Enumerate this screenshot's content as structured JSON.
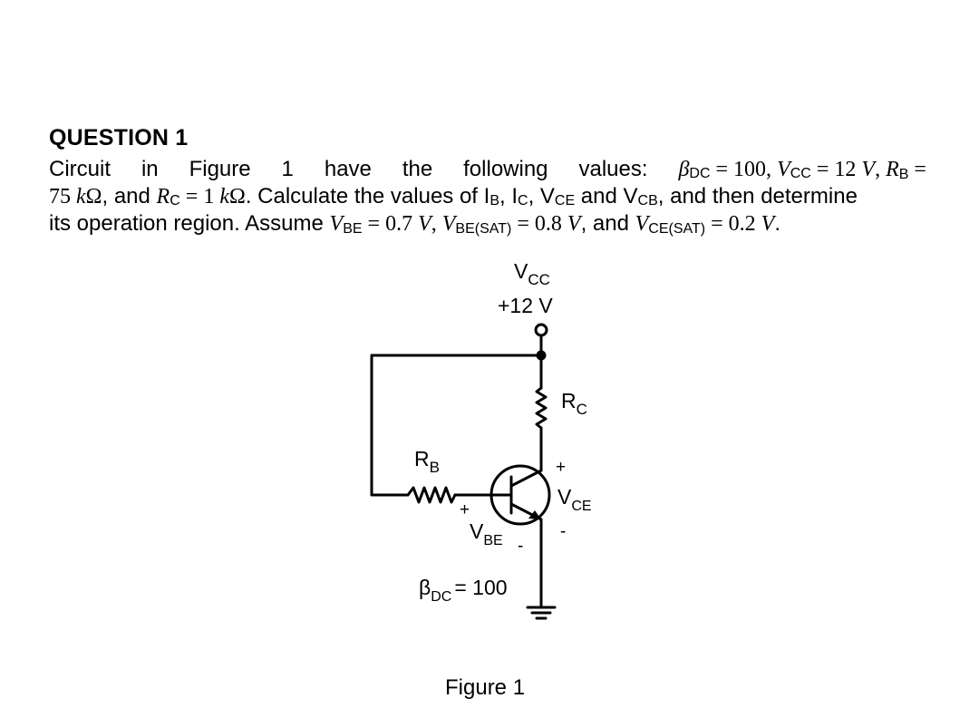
{
  "question": {
    "title": "QUESTION 1",
    "line1_words": [
      "Circuit",
      "in",
      "Figure",
      "1",
      "have",
      "the",
      "following",
      "values:"
    ],
    "beta_expr": "βDC = 100, VCC = 12 V, RB =",
    "line2": "75 kΩ, and RC = 1 kΩ. Calculate the values of IB, IC, VCE and VCB, and then determine",
    "line3": "its operation region. Assume VBE = 0.7 V,  VBE(SAT) = 0.8 V, and VCE(SAT) = 0.2 V."
  },
  "figure": {
    "vcc_label": "V",
    "vcc_sub": "CC",
    "vcc_value": "+12 V",
    "rc_label": "R",
    "rc_sub": "C",
    "rb_label": "R",
    "rb_sub": "B",
    "vbe_label": "V",
    "vbe_sub": "BE",
    "vce_label": "V",
    "vce_sub": "CE",
    "plus": "+",
    "minus": "-",
    "beta_label": "β",
    "beta_sub": "DC",
    "beta_value": "= 100",
    "caption": "Figure 1"
  }
}
